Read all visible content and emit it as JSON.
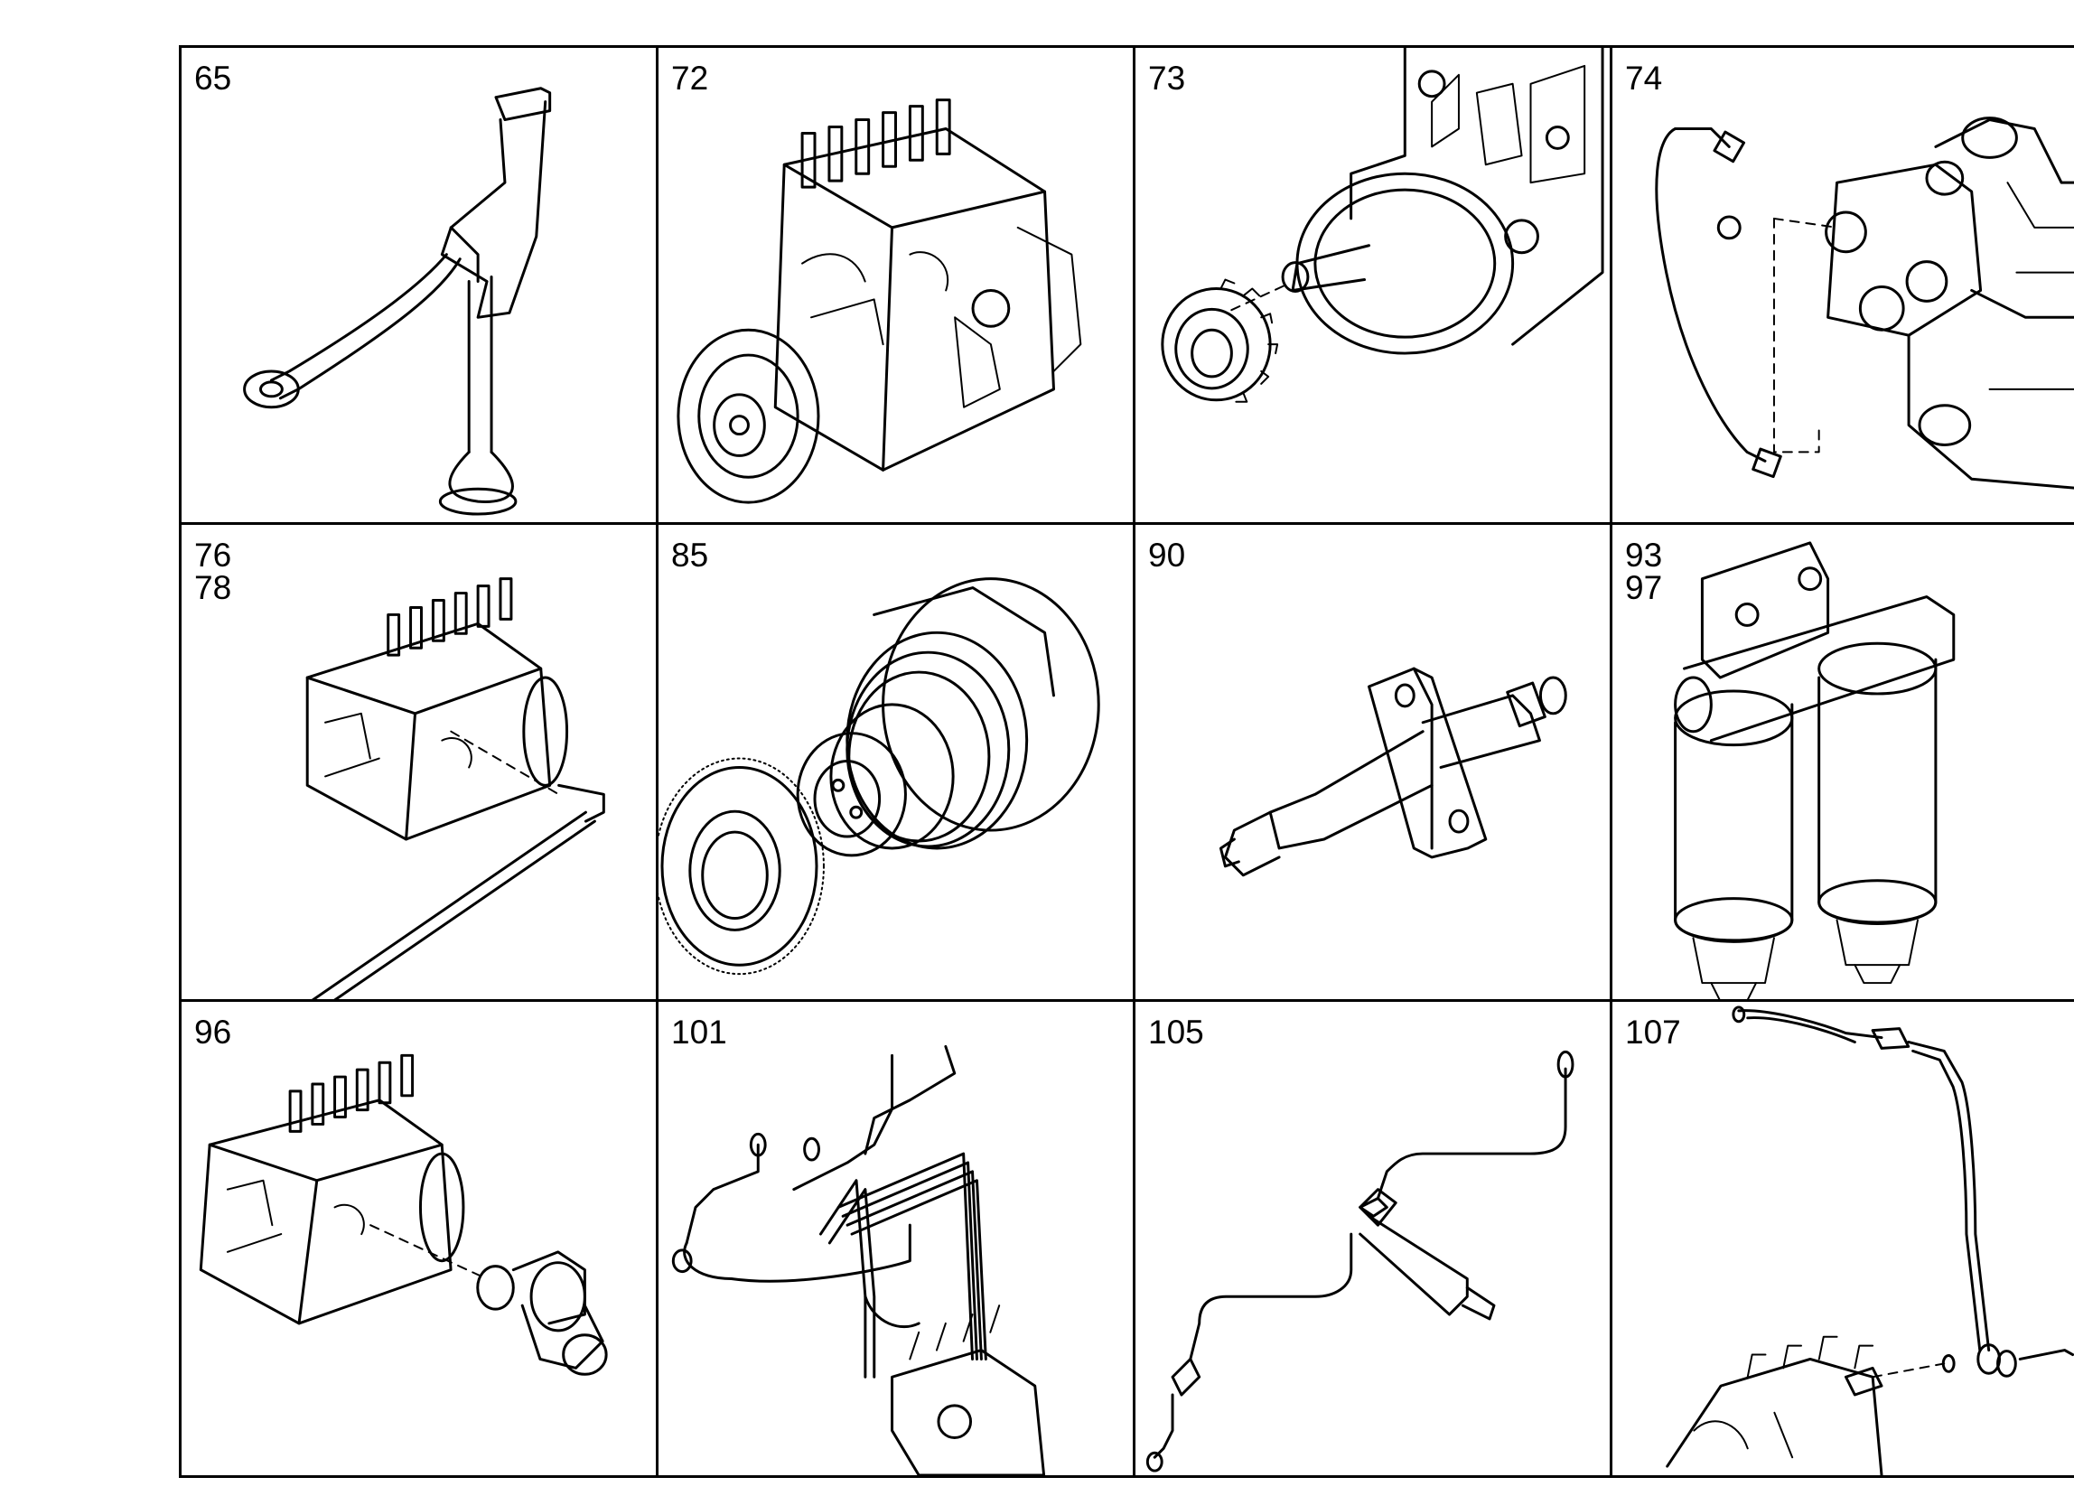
{
  "cells": [
    {
      "label": "65",
      "icon": "dipstick-guide-tube-icon"
    },
    {
      "label": "72",
      "icon": "injection-pump-icon"
    },
    {
      "label": "73",
      "icon": "pump-drive-gear-icon"
    },
    {
      "label": "74",
      "icon": "pump-pipe-connection-icon"
    },
    {
      "label": "76\n78",
      "icon": "pump-with-pipe-icon"
    },
    {
      "label": "85",
      "icon": "drive-flange-gear-icon"
    },
    {
      "label": "90",
      "icon": "injector-nozzle-icon"
    },
    {
      "label": "93\n97",
      "icon": "twin-fuel-filter-icon"
    },
    {
      "label": "96",
      "icon": "pump-banjo-fitting-icon"
    },
    {
      "label": "101",
      "icon": "injection-lines-icon"
    },
    {
      "label": "105",
      "icon": "injector-leak-line-icon"
    },
    {
      "label": "107",
      "icon": "pump-return-line-icon"
    }
  ]
}
